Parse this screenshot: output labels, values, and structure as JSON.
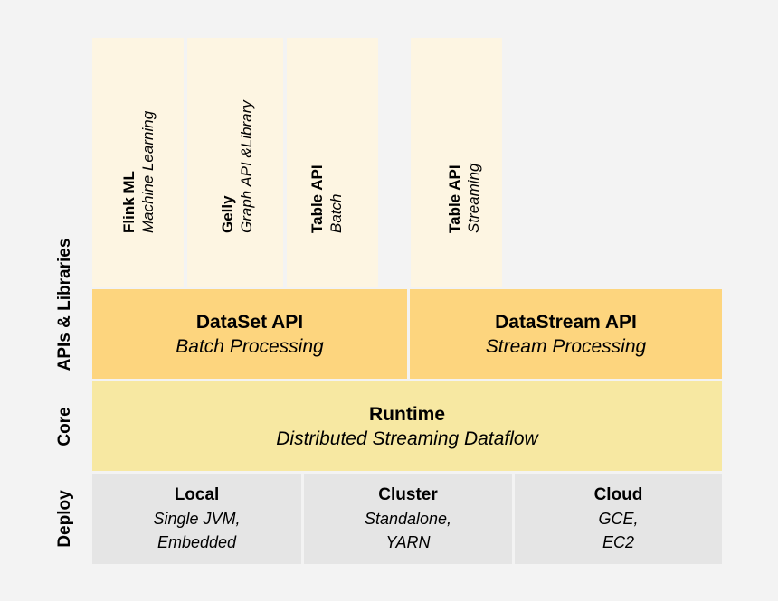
{
  "row_labels": {
    "apis": "APIs & Libraries",
    "core": "Core",
    "deploy": "Deploy"
  },
  "libraries": [
    {
      "title": "Flink ML",
      "subtitle": "Machine Learning"
    },
    {
      "title": "Gelly",
      "subtitle": "Graph API &Library"
    },
    {
      "title": "Table API",
      "subtitle": "Batch"
    },
    {
      "title": "Table API",
      "subtitle": "Streaming"
    }
  ],
  "apis": {
    "dataset": {
      "title": "DataSet API",
      "subtitle": "Batch Processing"
    },
    "datastream": {
      "title": "DataStream API",
      "subtitle": "Stream Processing"
    }
  },
  "core": {
    "title": "Runtime",
    "subtitle": "Distributed Streaming Dataflow"
  },
  "deploy": [
    {
      "title": "Local",
      "line1": "Single JVM,",
      "line2": "Embedded"
    },
    {
      "title": "Cluster",
      "line1": "Standalone,",
      "line2": "YARN"
    },
    {
      "title": "Cloud",
      "line1": "GCE,",
      "line2": "EC2"
    }
  ],
  "colors": {
    "library_bg": "#fdf5e2",
    "api_bg": "#fdd57e",
    "core_bg": "#f7e8a2",
    "deploy_bg": "#e5e5e5",
    "page_bg": "#f3f3f3"
  }
}
